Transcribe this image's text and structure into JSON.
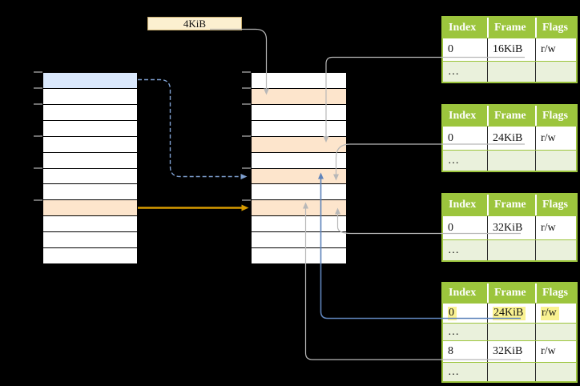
{
  "diagram": {
    "page_size_label": "4KiB",
    "virtual_memory_column": {
      "row_count": 12,
      "highlighted_rows": [
        {
          "row": 0,
          "color": "highlight_blue"
        },
        {
          "row": 8,
          "color": "highlight_orange"
        }
      ]
    },
    "physical_memory_column": {
      "row_count": 12,
      "highlighted_rows": [
        {
          "row": 1,
          "color": "highlight_orange"
        },
        {
          "row": 4,
          "color": "highlight_orange"
        },
        {
          "row": 6,
          "color": "highlight_orange"
        },
        {
          "row": 8,
          "color": "highlight_orange"
        }
      ]
    },
    "page_tables": [
      {
        "id": "page-table-1",
        "columns": [
          "Index",
          "Frame",
          "Flags"
        ],
        "rows": [
          {
            "cells": [
              "0",
              "16KiB",
              "r/w"
            ],
            "shaded": false,
            "highlighted": false
          },
          {
            "cells": [
              "…",
              "",
              ""
            ],
            "shaded": true,
            "highlighted": false
          }
        ]
      },
      {
        "id": "page-table-2",
        "columns": [
          "Index",
          "Frame",
          "Flags"
        ],
        "rows": [
          {
            "cells": [
              "0",
              "24KiB",
              "r/w"
            ],
            "shaded": false,
            "highlighted": false
          },
          {
            "cells": [
              "…",
              "",
              ""
            ],
            "shaded": true,
            "highlighted": false
          }
        ]
      },
      {
        "id": "page-table-3",
        "columns": [
          "Index",
          "Frame",
          "Flags"
        ],
        "rows": [
          {
            "cells": [
              "0",
              "32KiB",
              "r/w"
            ],
            "shaded": false,
            "highlighted": false
          },
          {
            "cells": [
              "…",
              "",
              ""
            ],
            "shaded": true,
            "highlighted": false
          }
        ]
      },
      {
        "id": "page-table-4",
        "columns": [
          "Index",
          "Frame",
          "Flags"
        ],
        "rows": [
          {
            "cells": [
              "0",
              "24KiB",
              "r/w"
            ],
            "shaded": false,
            "highlighted": true
          },
          {
            "cells": [
              "…",
              "",
              ""
            ],
            "shaded": true,
            "highlighted": false
          },
          {
            "cells": [
              "8",
              "32KiB",
              "r/w"
            ],
            "shaded": false,
            "highlighted": false
          },
          {
            "cells": [
              "…",
              "",
              ""
            ],
            "shaded": true,
            "highlighted": false
          }
        ]
      }
    ],
    "connectors": [
      {
        "from": "page-size-label",
        "to": "physical-memory-row-1",
        "style": "gray"
      },
      {
        "from": "page-table-1-frame-16KiB",
        "to": "physical-memory-row-4",
        "style": "gray"
      },
      {
        "from": "page-table-2-frame-24KiB",
        "to": "physical-memory-row-6",
        "style": "gray"
      },
      {
        "from": "page-table-3-frame-32KiB",
        "to": "physical-memory-row-8",
        "style": "gray"
      },
      {
        "from": "page-table-4-frame-24KiB",
        "to": "physical-memory-row-6",
        "style": "blue-solid"
      },
      {
        "from": "page-table-4-frame-32KiB",
        "to": "physical-memory-row-8",
        "style": "gray"
      },
      {
        "from": "virtual-memory-row-0",
        "to": "physical-memory-row-6",
        "style": "blue-dashed"
      },
      {
        "from": "virtual-memory-row-8",
        "to": "physical-memory-row-8",
        "style": "orange"
      }
    ],
    "colors": {
      "table_header_green": "#9CC53D",
      "table_row_light_green": "#EAF1DC",
      "highlight_orange": "#FDE5CC",
      "highlight_blue": "#DAE8FC",
      "highlight_yellow": "#FAF291",
      "label_box_cream": "#FCF0D0",
      "label_box_border": "#C9AE70",
      "arrow_gray": "#B8B8B8",
      "arrow_blue_solid": "#5E83BA",
      "arrow_blue_dashed": "#7E9FCF",
      "arrow_orange": "#D79B00"
    }
  }
}
